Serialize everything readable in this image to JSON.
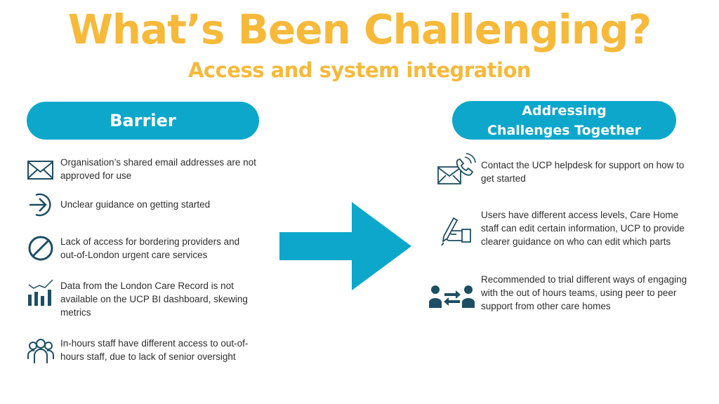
{
  "header": {
    "title": "What’s Been Challenging?",
    "subtitle": "Access and system integration"
  },
  "colors": {
    "title": "#F6B93A",
    "pill": "#0DA7CB",
    "icon": "#1D4E63",
    "text": "#2e2e2e"
  },
  "barrier": {
    "heading": "Barrier",
    "items": [
      {
        "icon": "envelope-icon",
        "text": "Organisation’s shared email addresses are not approved for use"
      },
      {
        "icon": "arrow-circle-right-icon",
        "text": "Unclear guidance on getting started"
      },
      {
        "icon": "prohibited-icon",
        "text": "Lack of access for bordering providers and out-of-London urgent care services"
      },
      {
        "icon": "bar-chart-icon",
        "text": "Data from the London Care Record is not available on the UCP BI dashboard, skewing metrics"
      },
      {
        "icon": "group-icon",
        "text": "In-hours staff have different access to out-of-hours staff, due to lack of senior oversight"
      }
    ]
  },
  "solutions": {
    "heading": "Addressing Challenges Together",
    "items": [
      {
        "icon": "phone-envelope-icon",
        "text": "Contact the UCP helpdesk for support on how to get started"
      },
      {
        "icon": "hand-writing-icon",
        "text": "Users have different access levels, Care Home staff can edit certain information, UCP to provide clearer guidance on who can edit which parts"
      },
      {
        "icon": "people-exchange-icon",
        "text": "Recommended to trial different ways of engaging with the out of hours teams, using peer to peer support from other care homes"
      }
    ]
  }
}
